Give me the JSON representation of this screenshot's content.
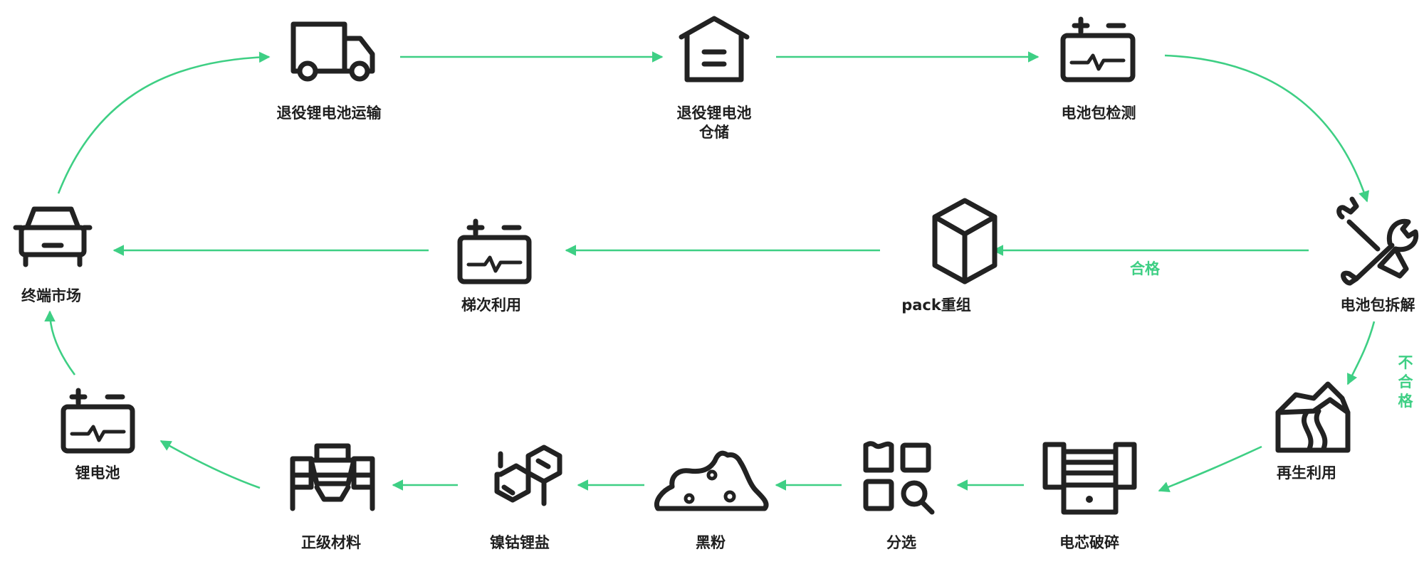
{
  "colors": {
    "accent": "#3ecf84",
    "icon": "#222222",
    "text": "#1f1f1f"
  },
  "nodes": {
    "transport": {
      "label": "退役锂电池运输",
      "icon": "truck-icon"
    },
    "storage": {
      "label_line1": "退役锂电池",
      "label_line2": "仓储",
      "icon": "warehouse-icon"
    },
    "pack_test": {
      "label": "电池包检测",
      "icon": "battery-icon"
    },
    "disassemble": {
      "label": "电池包拆解",
      "icon": "wrench-screwdriver-icon"
    },
    "pack_regroup": {
      "label": "pack重组",
      "icon": "cube-icon"
    },
    "cascade_use": {
      "label": "梯次利用",
      "icon": "battery-icon"
    },
    "market": {
      "label": "终端市场",
      "icon": "car-icon"
    },
    "recycle": {
      "label": "再生利用",
      "icon": "mountain-icon"
    },
    "cell_crush": {
      "label": "电芯破碎",
      "icon": "crusher-icon"
    },
    "sorting": {
      "label": "分选",
      "icon": "sorting-grid-icon"
    },
    "black_powder": {
      "label": "黑粉",
      "icon": "powder-pile-icon"
    },
    "salts": {
      "label": "镍钴锂盐",
      "icon": "hexagon-molecule-icon"
    },
    "cathode": {
      "label": "正级材料",
      "icon": "press-machine-icon"
    },
    "battery": {
      "label": "锂电池",
      "icon": "battery-icon"
    }
  },
  "edge_labels": {
    "qualified": "合格",
    "unqualified": [
      "不",
      "合",
      "格"
    ]
  }
}
